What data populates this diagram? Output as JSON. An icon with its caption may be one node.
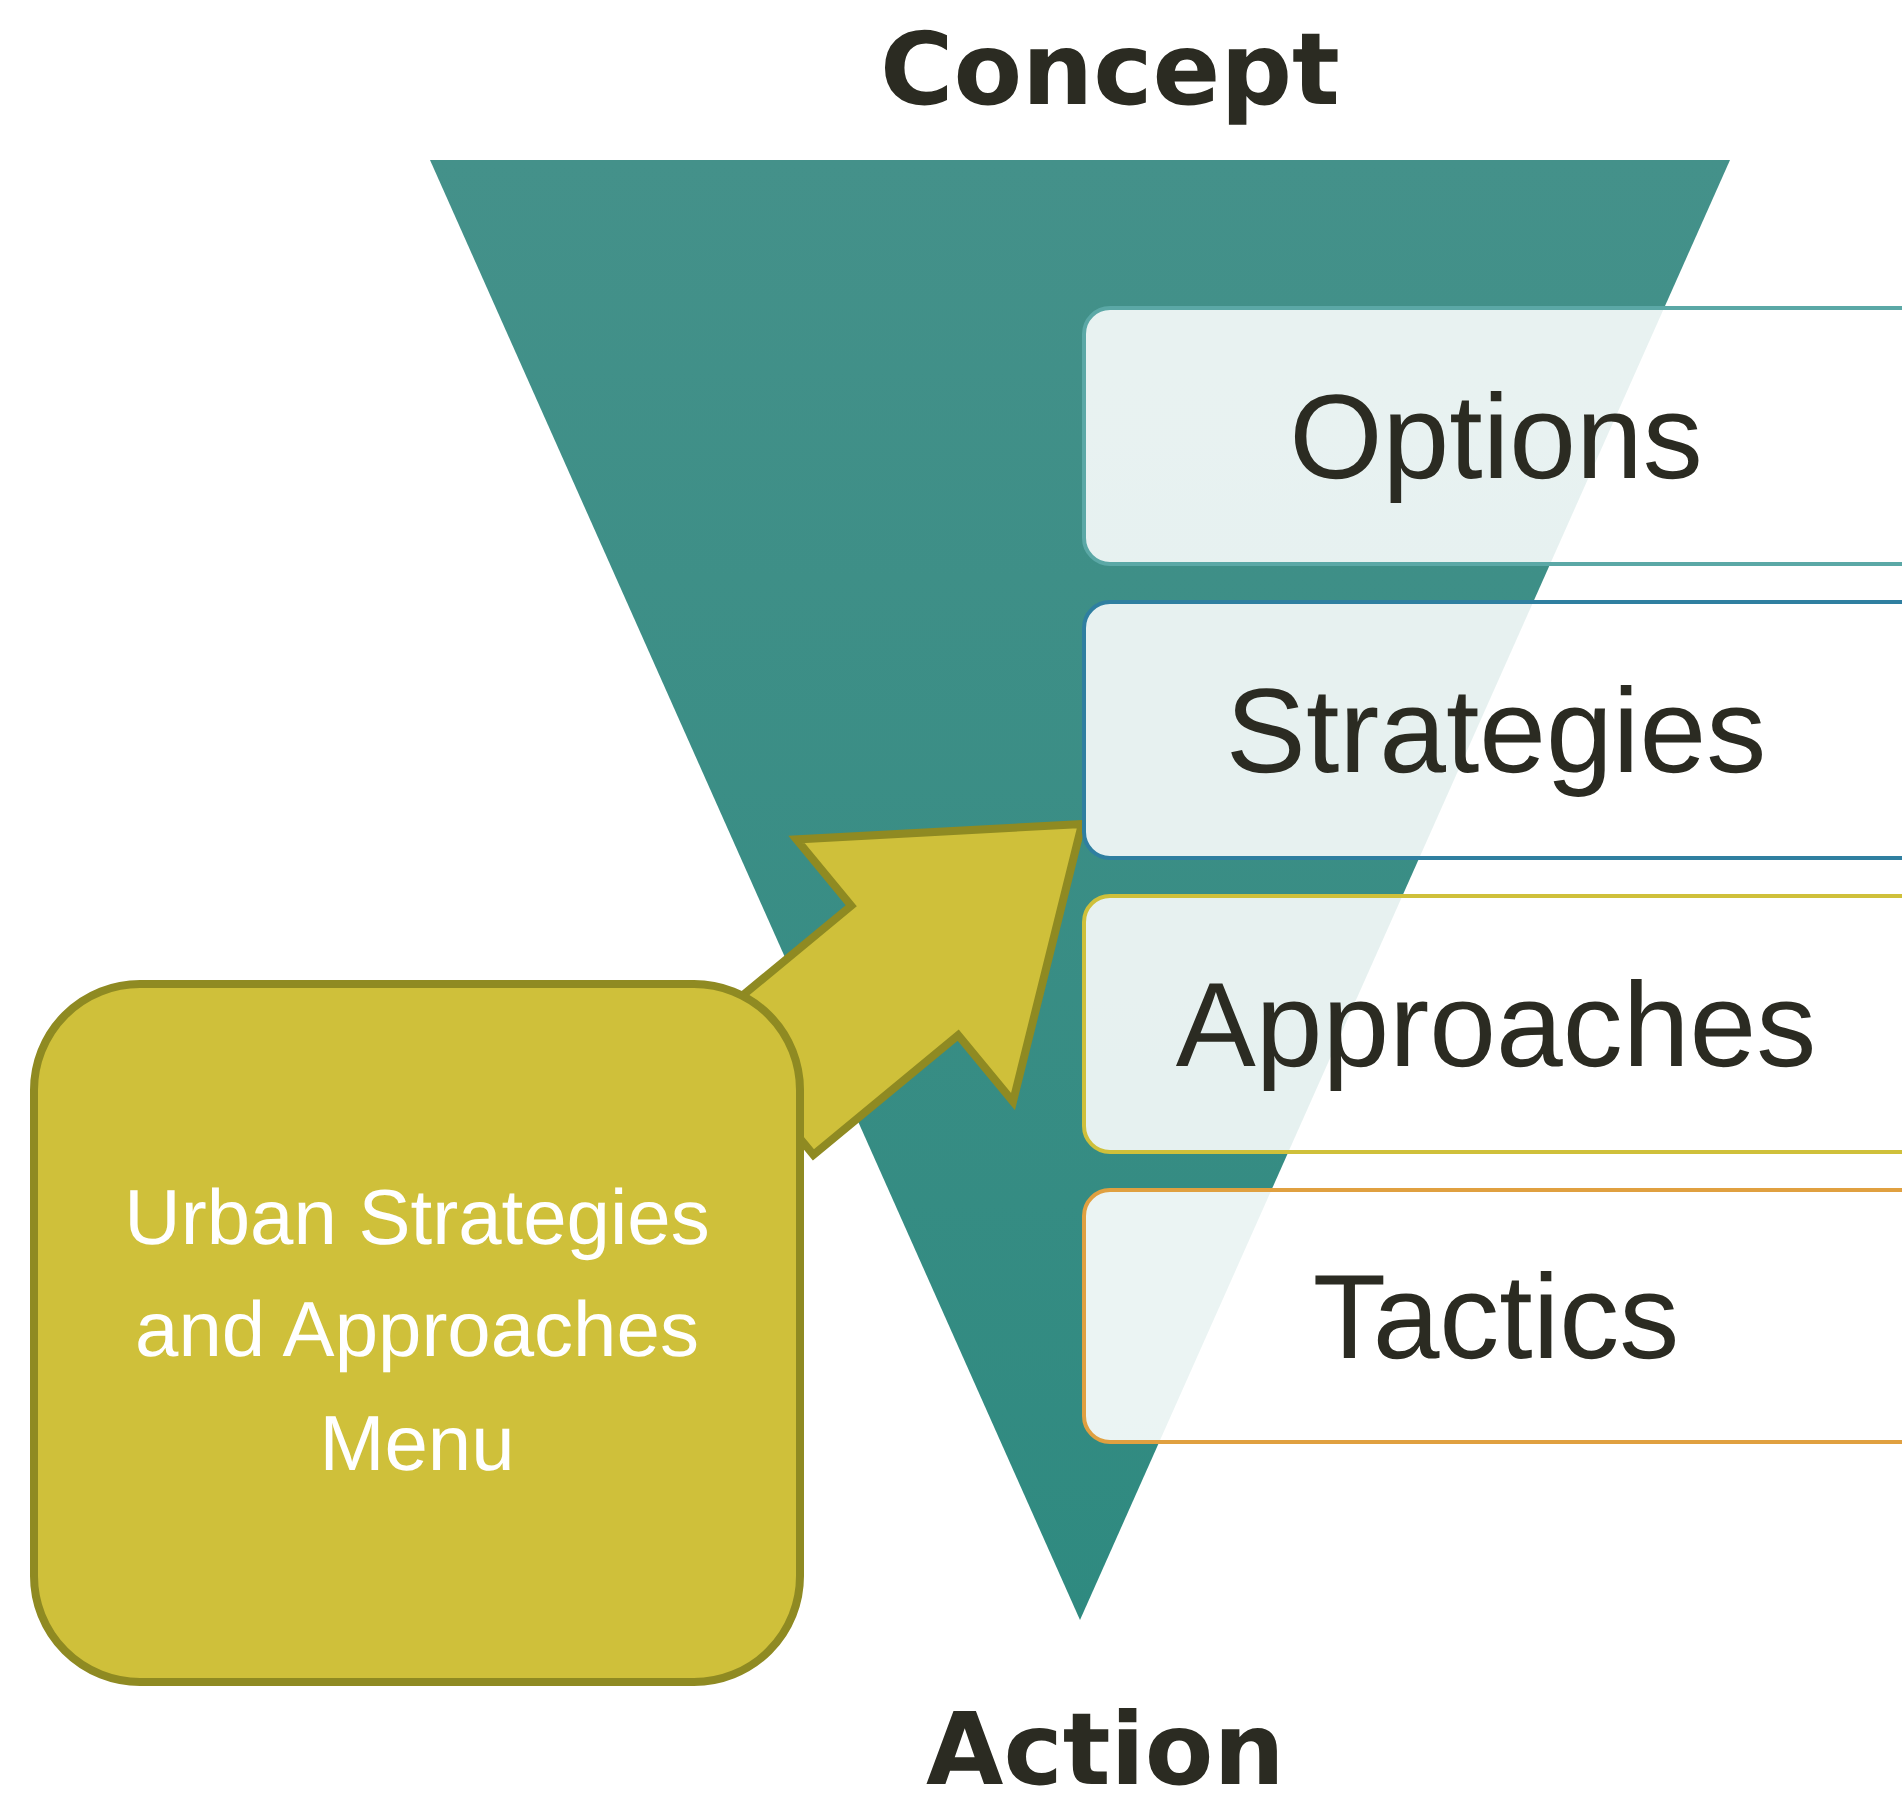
{
  "diagram": {
    "nodes": [
      {
        "text": [
          "Options"
        ]
      },
      {
        "text": [
          "Strategies"
        ]
      },
      {
        "text": [
          "Approaches"
        ]
      },
      {
        "text": [
          "Tactics"
        ]
      },
      {
        "text": [
          "Urban Strategies and Approaches Menu"
        ]
      }
    ],
    "edges": [
      {
        "from": 4,
        "to": 1,
        "arrow": "to",
        "style": "thick",
        "color": "#cfc03a"
      }
    ],
    "labels": [
      "Concept",
      "Action"
    ]
  }
}
